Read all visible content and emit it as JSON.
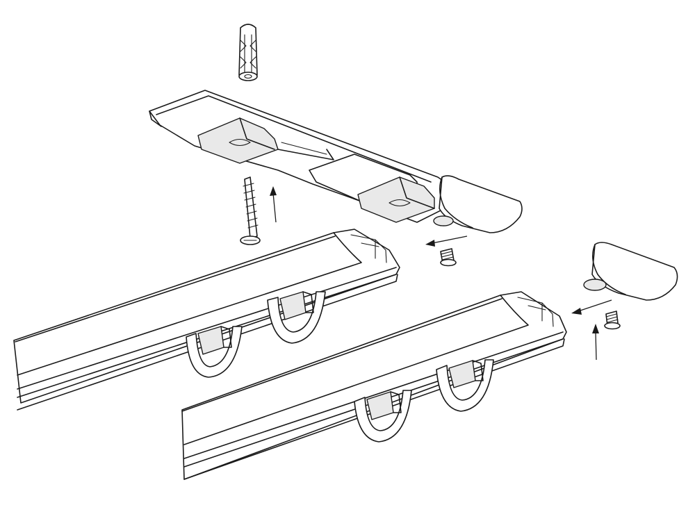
{
  "diagram": {
    "description_parts": [
      "wall-plug-icon",
      "mounting-bracket",
      "wood-screw-icon",
      "end-cap-top",
      "set-screw-top",
      "curtain-track-front",
      "curtain-track-back",
      "end-cap-bottom",
      "set-screw-bottom"
    ],
    "colors": {
      "stroke": "#1a1a1a",
      "background": "#ffffff",
      "shade": "#e9e9e9"
    }
  }
}
